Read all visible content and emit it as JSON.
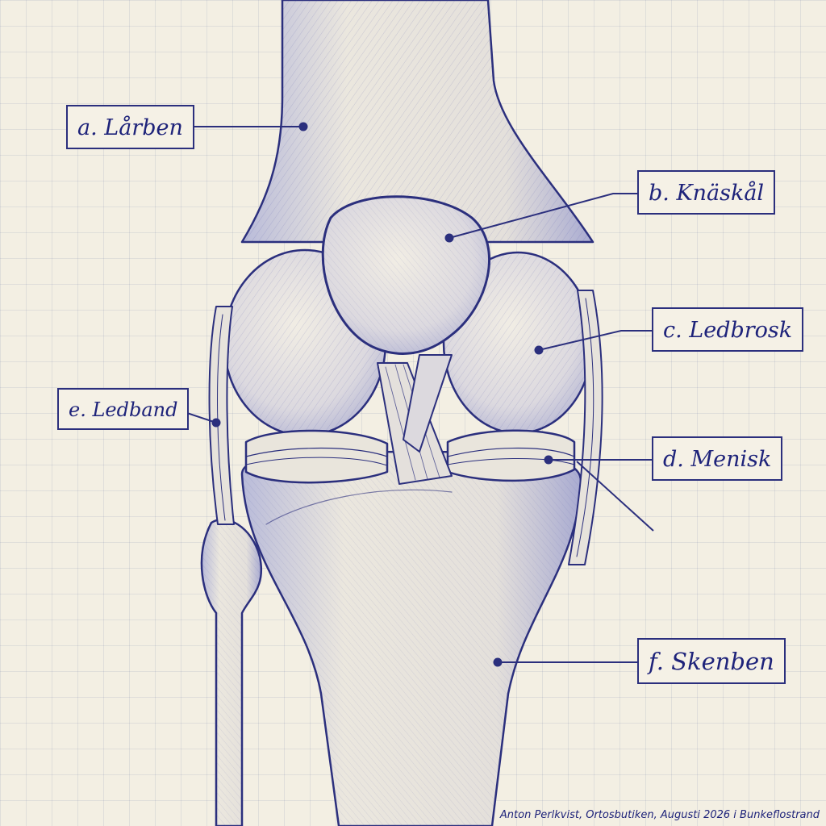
{
  "labels": {
    "femur": "a. Lårben",
    "patella": "b. Knäskål",
    "cartilage": "c. Ledbrosk",
    "meniscus": "d. Menisk",
    "ligament": "e. Ledband",
    "tibia": "f. Skenben"
  },
  "credit": "Anton Perlkvist, Ortosbutiken, Augusti 2026 i Bunkeflostrand",
  "colors": {
    "ink": "#2b2f7d",
    "bone": "#ece7dc",
    "paper": "#f3efe3"
  }
}
